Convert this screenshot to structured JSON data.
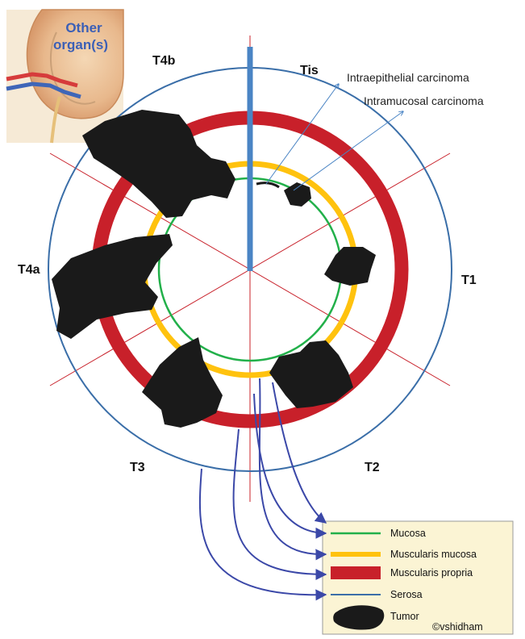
{
  "stages": {
    "tis": "Tis",
    "t1": "T1",
    "t2": "T2",
    "t3": "T3",
    "t4a": "T4a",
    "t4b": "T4b"
  },
  "callouts": {
    "intraepithelial": "Intraepithelial  carcinoma",
    "intramucosal": "Intramucosal  carcinoma"
  },
  "inset": {
    "label_line1": "Other",
    "label_line2": "organ(s)"
  },
  "legend": {
    "items": [
      {
        "label": "Mucosa",
        "color": "#22b04a"
      },
      {
        "label": "Muscularis mucosa",
        "color": "#ffc20e"
      },
      {
        "label": "Muscularis propria",
        "color": "#c8202a"
      },
      {
        "label": "Serosa",
        "color": "#3a6ea8"
      },
      {
        "label": "Tumor",
        "color": "#1a1a1a"
      }
    ],
    "credit": "©vshidham"
  },
  "colors": {
    "mucosa": "#22b04a",
    "muscularis_mucosa": "#ffc20e",
    "muscularis_propria": "#c8202a",
    "serosa": "#3a6ea8",
    "tumor": "#1a1a1a",
    "arrow": "#3b48a8",
    "legend_bg": "#fbf4d4"
  }
}
